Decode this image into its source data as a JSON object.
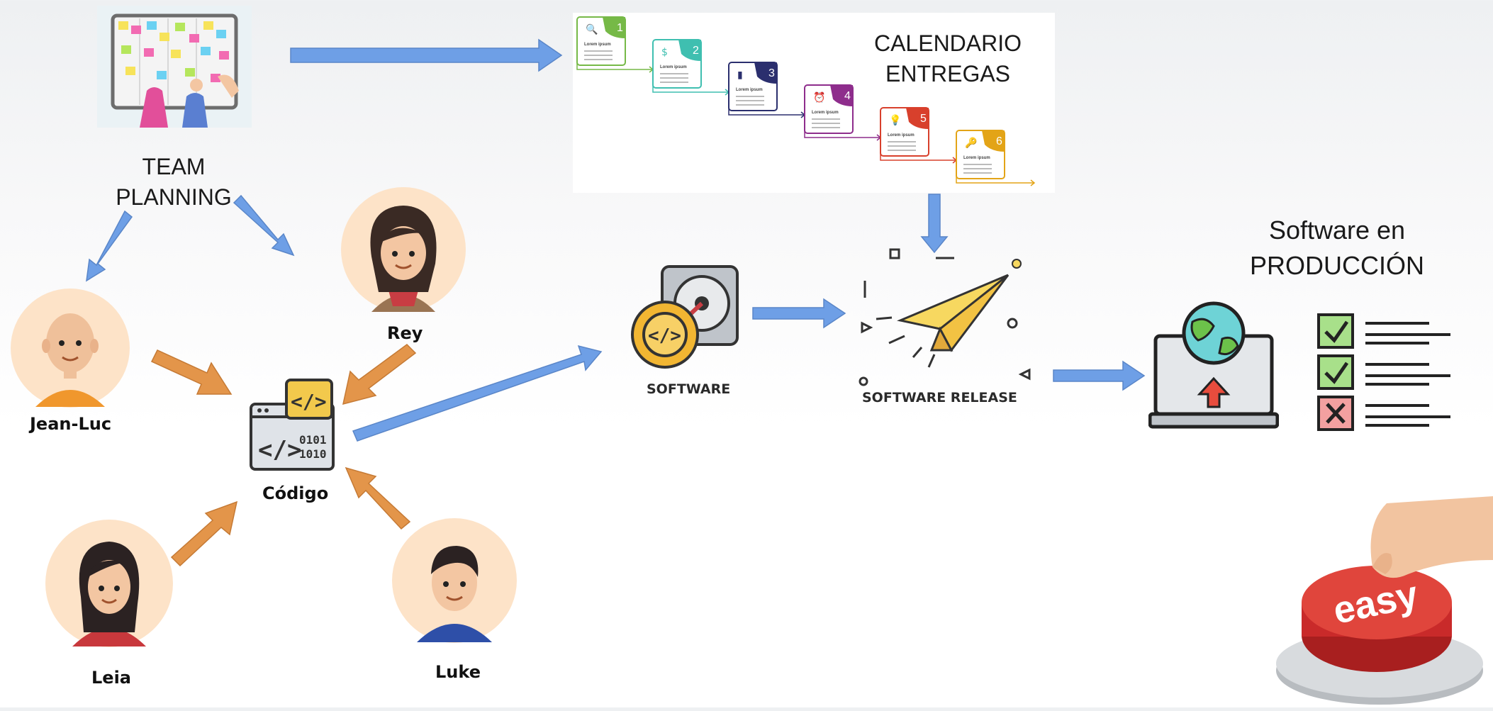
{
  "team_planning": {
    "label_line1": "TEAM",
    "label_line2": "PLANNING"
  },
  "calendar": {
    "label_line1": "CALENDARIO",
    "label_line2": "ENTREGAS",
    "steps": [
      {
        "num": "1",
        "color": "#76b947",
        "icon": "search-icon",
        "caption": "Lorem ipsum"
      },
      {
        "num": "2",
        "color": "#3fbfb0",
        "icon": "dollar-icon",
        "caption": "Lorem ipsum"
      },
      {
        "num": "3",
        "color": "#2b2f6e",
        "icon": "bar-chart-icon",
        "caption": "Lorem ipsum"
      },
      {
        "num": "4",
        "color": "#8e2d8c",
        "icon": "alarm-clock-icon",
        "caption": "Lorem ipsum"
      },
      {
        "num": "5",
        "color": "#d8402c",
        "icon": "lightbulb-icon",
        "caption": "Lorem ipsum"
      },
      {
        "num": "6",
        "color": "#e3a417",
        "icon": "key-icon",
        "caption": "Lorem ipsum"
      }
    ]
  },
  "people": {
    "rey": "Rey",
    "jean_luc": "Jean-Luc",
    "leia": "Leia",
    "luke": "Luke"
  },
  "codigo": {
    "label": "Código"
  },
  "software": {
    "label": "SOFTWARE"
  },
  "release": {
    "label": "SOFTWARE RELEASE"
  },
  "production": {
    "label_line1": "Software en",
    "label_line2": "PRODUCCIÓN",
    "checklist": [
      "check",
      "check",
      "cross"
    ]
  },
  "easy_button": {
    "text": "easy"
  },
  "colors": {
    "blue_arrow": "#6e9fe6",
    "orange_arrow": "#e3954a",
    "avatar_bg": "#fde3c8"
  }
}
